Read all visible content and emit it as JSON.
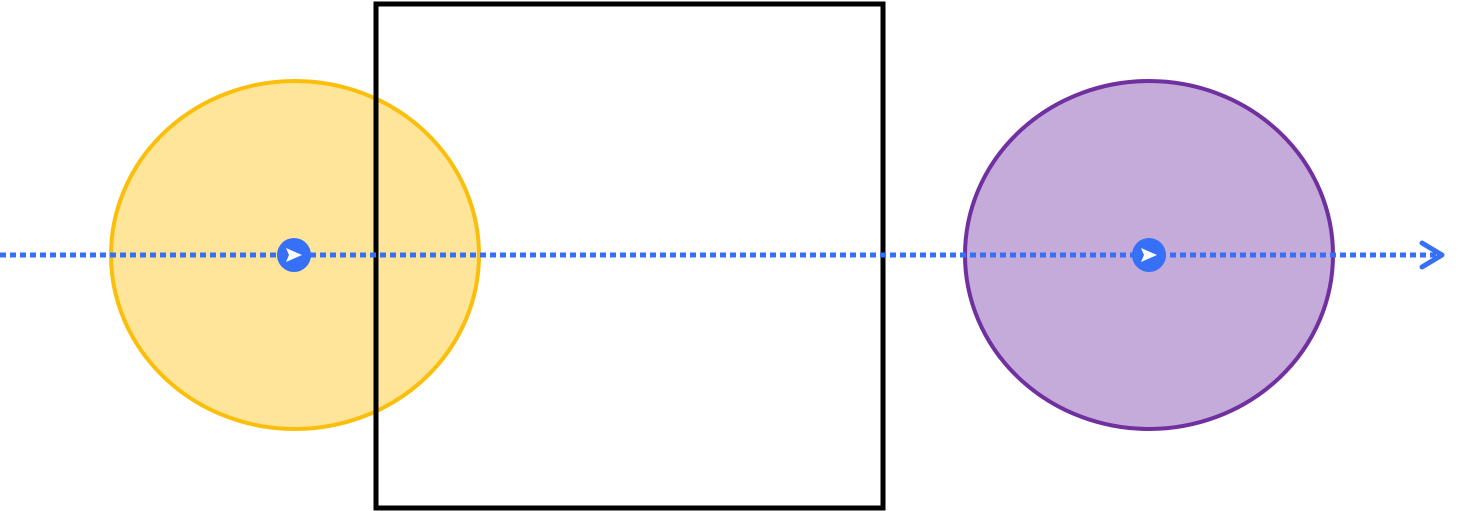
{
  "diagram": {
    "colors": {
      "background": "#ffffff",
      "yellow_fill": "#FEE599",
      "yellow_stroke": "#FBBF0B",
      "purple_fill": "#C5ABD9",
      "purple_stroke": "#7030A0",
      "square_stroke": "#000000",
      "line_color": "#3670F7",
      "marker_color": "#3670F7",
      "marker_arrow": "#ffffff"
    },
    "shapes": {
      "yellow_circle": {
        "kind": "ellipse",
        "fill": "yellow_fill",
        "stroke": "yellow_stroke"
      },
      "square": {
        "kind": "rectangle",
        "fill": "none",
        "stroke": "square_stroke"
      },
      "purple_circle": {
        "kind": "ellipse",
        "fill": "purple_fill",
        "stroke": "purple_stroke"
      }
    },
    "line": {
      "style": "dotted",
      "end": "open-arrowhead",
      "direction": "right"
    },
    "markers": [
      {
        "name": "yellow-center-marker",
        "icon": "right-arrow-icon"
      },
      {
        "name": "purple-center-marker",
        "icon": "right-arrow-icon"
      }
    ]
  }
}
